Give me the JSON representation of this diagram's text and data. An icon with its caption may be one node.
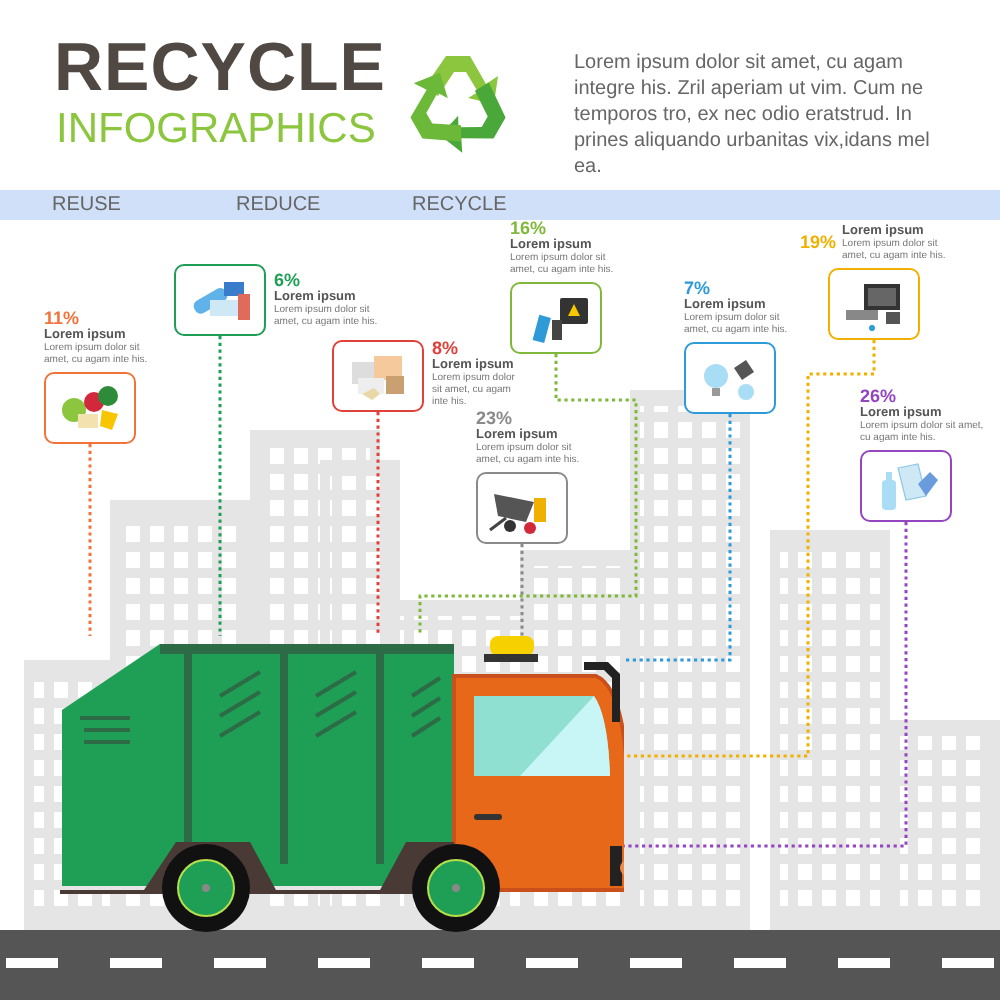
{
  "diagram": {
    "title": "RECYCLE",
    "nodes": [
      {
        "text": [
          "11%",
          "Lorem ipsum",
          "Lorem ipsum dolor sit amet, cu agam inte his."
        ]
      },
      {
        "text": [
          "6%",
          "Lorem ipsum",
          "Lorem ipsum dolor sit amet, cu agam inte his."
        ]
      },
      {
        "text": [
          "8%",
          "Lorem ipsum",
          "Lorem ipsum dolor sit amet, cu agam inte his."
        ]
      },
      {
        "text": [
          "23%",
          "Lorem ipsum",
          "Lorem ipsum dolor sit amet, cu agam inte his."
        ]
      },
      {
        "text": [
          "16%",
          "Lorem ipsum",
          "Lorem ipsum dolor sit amet, cu agam inte his."
        ]
      },
      {
        "text": [
          "7%",
          "Lorem ipsum",
          "Lorem ipsum dolor sit amet, cu agam inte his."
        ]
      },
      {
        "text": [
          "19%",
          "Lorem ipsum",
          "Lorem ipsum dolor sit amet, cu agam inte his."
        ]
      },
      {
        "text": [
          "26%",
          "Lorem ipsum",
          "Lorem ipsum dolor sit amet, cu agam inte his."
        ]
      },
      {
        "text": [],
        "shape": "picture"
      }
    ],
    "edges": [
      {
        "from": 0,
        "to": 8,
        "arrow": "none",
        "style": "dashed",
        "color": "#f2733a"
      },
      {
        "from": 1,
        "to": 8,
        "arrow": "none",
        "style": "dashed",
        "color": "#1f9e55"
      },
      {
        "from": 2,
        "to": 8,
        "arrow": "none",
        "style": "dashed",
        "color": "#e0413a"
      },
      {
        "from": 3,
        "to": 8,
        "arrow": "none",
        "style": "dashed",
        "color": "#8a8a8a"
      },
      {
        "from": 4,
        "to": 8,
        "arrow": "none",
        "style": "dashed",
        "color": "#7fb83a"
      },
      {
        "from": 5,
        "to": 8,
        "arrow": "none",
        "style": "dashed",
        "color": "#2e9ad8"
      },
      {
        "from": 6,
        "to": 8,
        "arrow": "none",
        "style": "dashed",
        "color": "#f0b000"
      },
      {
        "from": 7,
        "to": 8,
        "arrow": "none",
        "style": "dashed",
        "color": "#9446c0"
      }
    ],
    "labels": [
      "INFOGRAPHICS",
      "Lorem ipsum dolor sit amet, cu agam integre his. Zril aperiam ut vim. Cum ne temporos tro, ex nec odio eratstrud. In prines aliquando urbanitas vix,idans mel ea.",
      "REUSE",
      "REDUCE",
      "RECYCLE"
    ]
  }
}
